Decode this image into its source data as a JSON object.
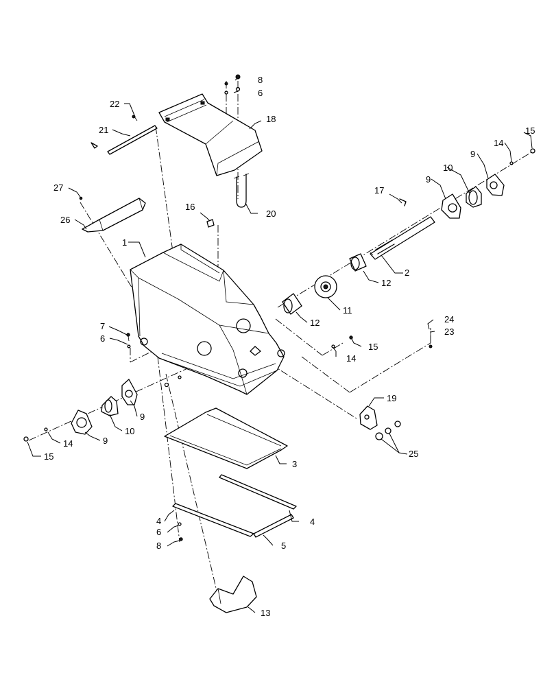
{
  "callouts": [
    {
      "id": "c1",
      "text": "1"
    },
    {
      "id": "c2",
      "text": "2"
    },
    {
      "id": "c3",
      "text": "3"
    },
    {
      "id": "c4a",
      "text": "4"
    },
    {
      "id": "c4b",
      "text": "4"
    },
    {
      "id": "c5",
      "text": "5"
    },
    {
      "id": "c6a",
      "text": "6"
    },
    {
      "id": "c6b",
      "text": "6"
    },
    {
      "id": "c6c",
      "text": "6"
    },
    {
      "id": "c7",
      "text": "7"
    },
    {
      "id": "c8a",
      "text": "8"
    },
    {
      "id": "c8b",
      "text": "8"
    },
    {
      "id": "c9a",
      "text": "9"
    },
    {
      "id": "c9b",
      "text": "9"
    },
    {
      "id": "c9c",
      "text": "9"
    },
    {
      "id": "c9d",
      "text": "9"
    },
    {
      "id": "c10a",
      "text": "10"
    },
    {
      "id": "c10b",
      "text": "10"
    },
    {
      "id": "c11",
      "text": "11"
    },
    {
      "id": "c12a",
      "text": "12"
    },
    {
      "id": "c12b",
      "text": "12"
    },
    {
      "id": "c13",
      "text": "13"
    },
    {
      "id": "c14a",
      "text": "14"
    },
    {
      "id": "c14b",
      "text": "14"
    },
    {
      "id": "c14c",
      "text": "14"
    },
    {
      "id": "c15a",
      "text": "15"
    },
    {
      "id": "c15b",
      "text": "15"
    },
    {
      "id": "c15c",
      "text": "15"
    },
    {
      "id": "c16",
      "text": "16"
    },
    {
      "id": "c17",
      "text": "17"
    },
    {
      "id": "c18",
      "text": "18"
    },
    {
      "id": "c19",
      "text": "19"
    },
    {
      "id": "c20",
      "text": "20"
    },
    {
      "id": "c21",
      "text": "21"
    },
    {
      "id": "c22",
      "text": "22"
    },
    {
      "id": "c23",
      "text": "23"
    },
    {
      "id": "c24",
      "text": "24"
    },
    {
      "id": "c25",
      "text": "25"
    },
    {
      "id": "c26",
      "text": "26"
    },
    {
      "id": "c27",
      "text": "27"
    }
  ]
}
